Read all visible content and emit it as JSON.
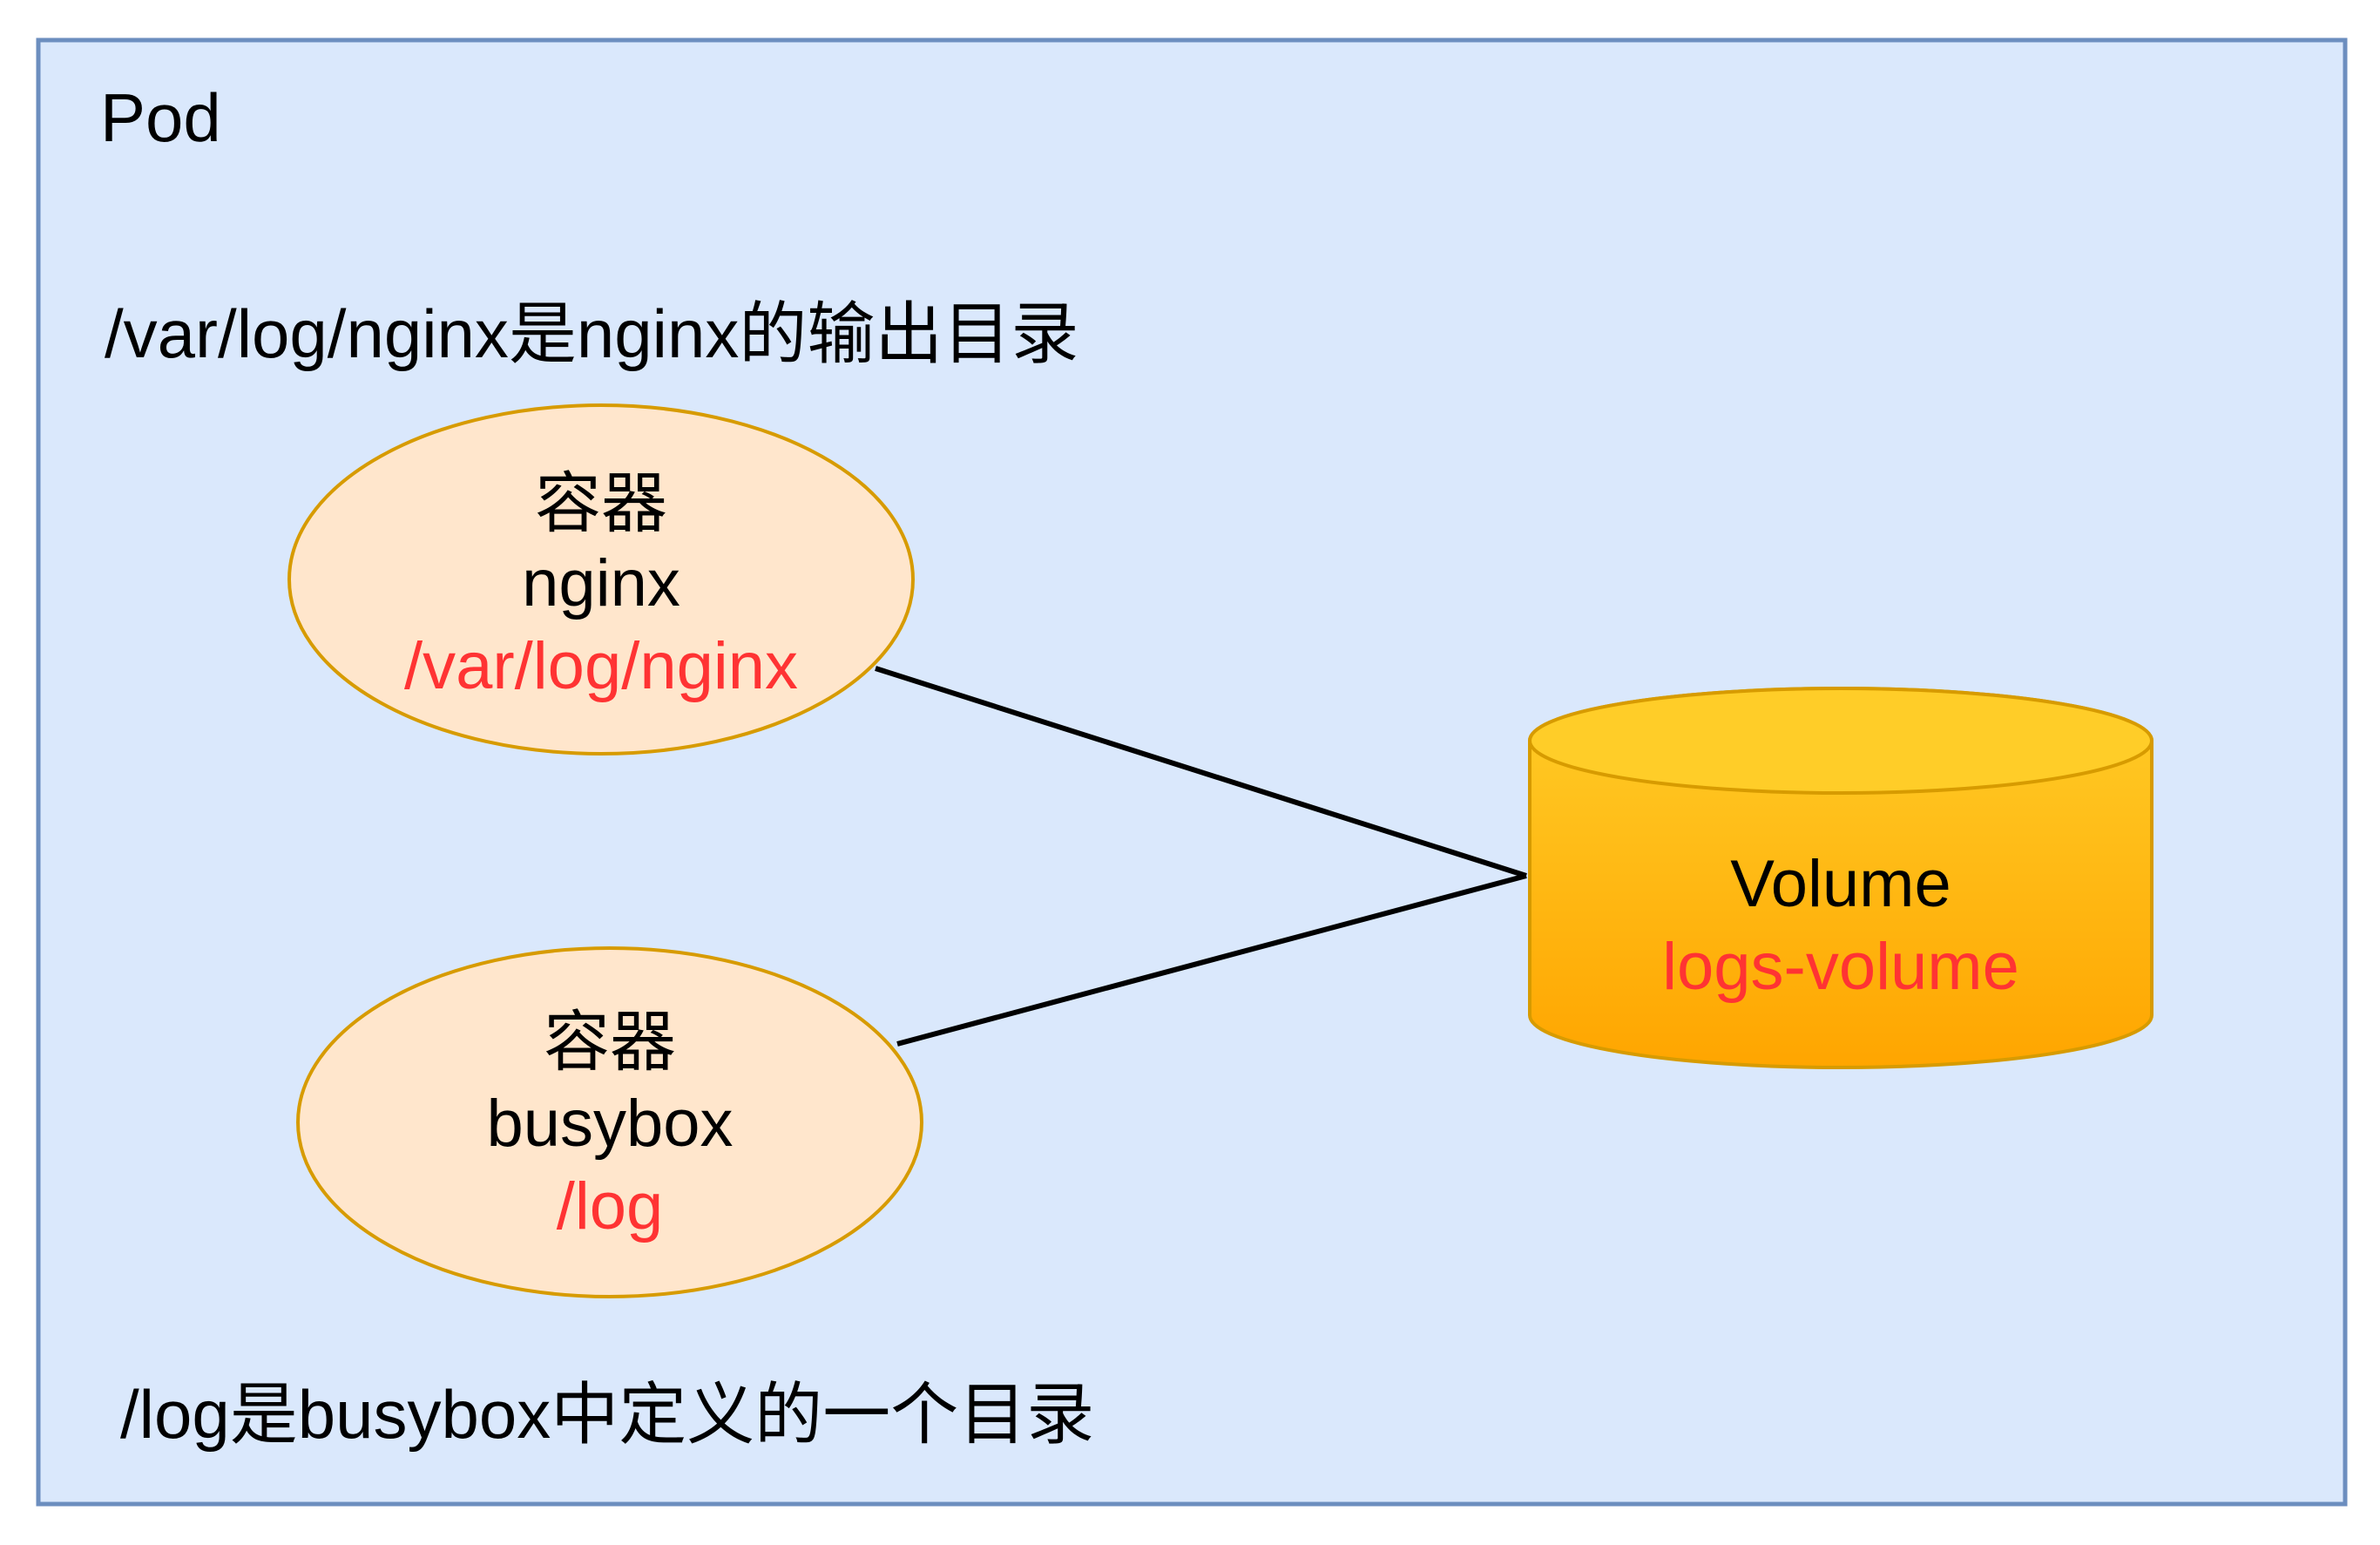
{
  "pod": {
    "label": "Pod",
    "note_top": "/var/log/nginx是nginx的输出目录",
    "note_bottom": "/log是busybox中定义的一个目录"
  },
  "containers": [
    {
      "kind": "容器",
      "name": "nginx",
      "path": "/var/log/nginx"
    },
    {
      "kind": "容器",
      "name": "busybox",
      "path": "/log"
    }
  ],
  "volume": {
    "label": "Volume",
    "name": "logs-volume"
  },
  "colors": {
    "pod_fill": "#dae8fc",
    "pod_border": "#6c8ebf",
    "container_fill": "#ffe6cc",
    "container_border": "#d79b00",
    "volume_fill_top": "#ffcd28",
    "volume_fill_bottom": "#ffa500",
    "volume_border": "#d79b00",
    "path_text": "#ff3333",
    "text": "#000000"
  }
}
